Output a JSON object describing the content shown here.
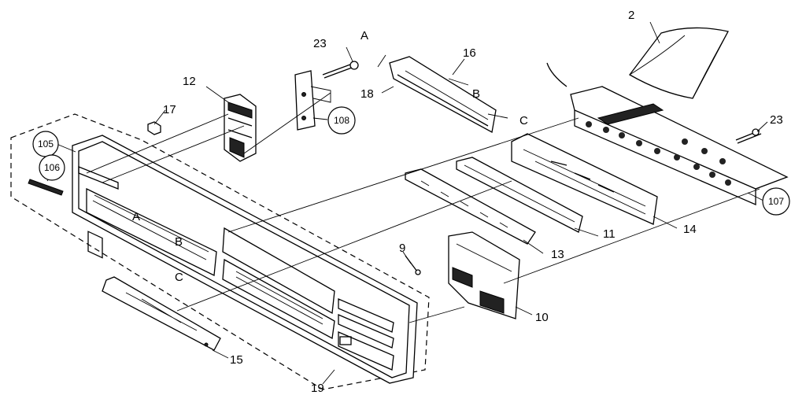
{
  "callouts": {
    "p2": "2",
    "p23a": "23",
    "p23b": "23",
    "p16": "16",
    "p18": "18",
    "p12": "12",
    "p17": "17",
    "p105": "105",
    "p106": "106",
    "p108": "108",
    "p107": "107",
    "p14": "14",
    "p11": "11",
    "p13": "13",
    "p9": "9",
    "p10": "10",
    "p15": "15",
    "p19": "19"
  },
  "refs": {
    "a_top": "A",
    "b_top": "B",
    "c_top": "C",
    "a_front": "A",
    "b_front": "B",
    "c_front": "C"
  }
}
